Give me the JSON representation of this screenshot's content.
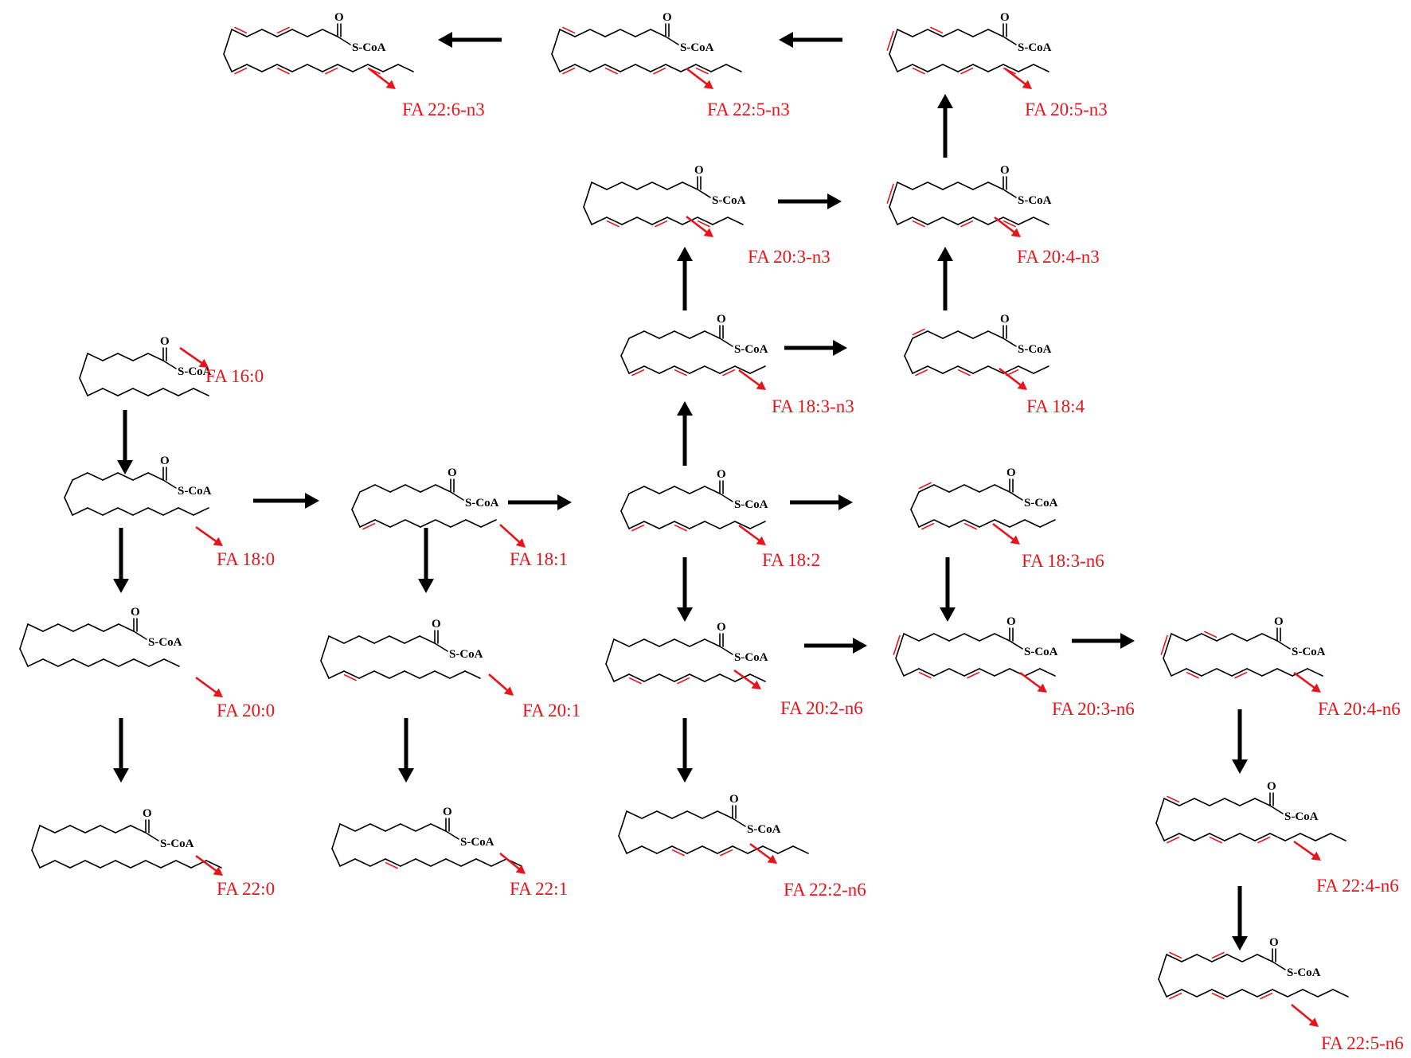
{
  "diagram": {
    "thioester_oxygen": "O",
    "molecules": [
      {
        "id": "fa16_0",
        "label": "FA 16:0",
        "acyl": "S-CoA",
        "carbons": 16,
        "double_bonds": []
      },
      {
        "id": "fa18_0",
        "label": "FA 18:0",
        "acyl": "S-CoA",
        "carbons": 18,
        "double_bonds": []
      },
      {
        "id": "fa20_0",
        "label": "FA 20:0",
        "acyl": "S-CoA",
        "carbons": 20,
        "double_bonds": []
      },
      {
        "id": "fa22_0",
        "label": "FA 22:0",
        "acyl": "S-CoA",
        "carbons": 22,
        "double_bonds": []
      },
      {
        "id": "fa18_1",
        "label": "FA 18:1",
        "acyl": "S-CoA",
        "carbons": 18,
        "double_bonds": [
          9
        ]
      },
      {
        "id": "fa20_1",
        "label": "FA 20:1",
        "acyl": "S-CoA",
        "carbons": 20,
        "double_bonds": [
          11
        ]
      },
      {
        "id": "fa22_1",
        "label": "FA 22:1",
        "acyl": "S-CoA",
        "carbons": 22,
        "double_bonds": [
          13
        ]
      },
      {
        "id": "fa18_2",
        "label": "FA 18:2",
        "acyl": "S-CoA",
        "carbons": 18,
        "double_bonds": [
          9,
          12
        ]
      },
      {
        "id": "fa20_2",
        "label": "FA 20:2-n6",
        "acyl": "S-CoA",
        "carbons": 20,
        "double_bonds": [
          11,
          14
        ]
      },
      {
        "id": "fa22_2",
        "label": "FA 22:2-n6",
        "acyl": "S-CoA",
        "carbons": 22,
        "double_bonds": [
          13,
          16
        ]
      },
      {
        "id": "fa18_3n3",
        "label": "FA 18:3-n3",
        "acyl": "S-CoA",
        "carbons": 18,
        "double_bonds": [
          9,
          12,
          15
        ]
      },
      {
        "id": "fa20_3n3",
        "label": "FA 20:3-n3",
        "acyl": "S-CoA",
        "carbons": 20,
        "double_bonds": [
          11,
          14,
          17
        ]
      },
      {
        "id": "fa18_4",
        "label": "FA 18:4",
        "acyl": "S-CoA",
        "carbons": 18,
        "double_bonds": [
          6,
          9,
          12,
          15
        ]
      },
      {
        "id": "fa20_4n3",
        "label": "FA 20:4-n3",
        "acyl": "S-CoA",
        "carbons": 20,
        "double_bonds": [
          8,
          11,
          14,
          17
        ]
      },
      {
        "id": "fa20_5n3",
        "label": "FA 20:5-n3",
        "acyl": "S-CoA",
        "carbons": 20,
        "double_bonds": [
          5,
          8,
          11,
          14,
          17
        ]
      },
      {
        "id": "fa22_5n3",
        "label": "FA 22:5-n3",
        "acyl": "S-CoA",
        "carbons": 22,
        "double_bonds": [
          7,
          10,
          13,
          16,
          19
        ]
      },
      {
        "id": "fa22_6n3",
        "label": "FA 22:6-n3",
        "acyl": "S-CoA",
        "carbons": 22,
        "double_bonds": [
          4,
          7,
          10,
          13,
          16,
          19
        ]
      },
      {
        "id": "fa18_3n6",
        "label": "FA 18:3-n6",
        "acyl": "S-CoA",
        "carbons": 18,
        "double_bonds": [
          6,
          9,
          12
        ]
      },
      {
        "id": "fa20_3n6",
        "label": "FA 20:3-n6",
        "acyl": "S-CoA",
        "carbons": 20,
        "double_bonds": [
          8,
          11,
          14
        ]
      },
      {
        "id": "fa20_4n6",
        "label": "FA 20:4-n6",
        "acyl": "S-CoA",
        "carbons": 20,
        "double_bonds": [
          5,
          8,
          11,
          14
        ]
      },
      {
        "id": "fa22_4n6",
        "label": "FA 22:4-n6",
        "acyl": "S-CoA",
        "carbons": 22,
        "double_bonds": [
          7,
          10,
          13,
          16
        ]
      },
      {
        "id": "fa22_5n6",
        "label": "FA 22:5-n6",
        "acyl": "S-CoA",
        "carbons": 22,
        "double_bonds": [
          4,
          7,
          10,
          13,
          16
        ]
      }
    ],
    "conversions": [
      {
        "from": "fa16_0",
        "to": "fa18_0"
      },
      {
        "from": "fa18_0",
        "to": "fa20_0"
      },
      {
        "from": "fa20_0",
        "to": "fa22_0"
      },
      {
        "from": "fa18_0",
        "to": "fa18_1"
      },
      {
        "from": "fa18_1",
        "to": "fa20_1"
      },
      {
        "from": "fa20_1",
        "to": "fa22_1"
      },
      {
        "from": "fa18_1",
        "to": "fa18_2"
      },
      {
        "from": "fa18_2",
        "to": "fa20_2"
      },
      {
        "from": "fa20_2",
        "to": "fa22_2"
      },
      {
        "from": "fa18_2",
        "to": "fa18_3n3"
      },
      {
        "from": "fa18_3n3",
        "to": "fa20_3n3"
      },
      {
        "from": "fa18_3n3",
        "to": "fa18_4"
      },
      {
        "from": "fa18_4",
        "to": "fa20_4n3"
      },
      {
        "from": "fa20_3n3",
        "to": "fa20_4n3"
      },
      {
        "from": "fa20_4n3",
        "to": "fa20_5n3"
      },
      {
        "from": "fa20_5n3",
        "to": "fa22_5n3"
      },
      {
        "from": "fa22_5n3",
        "to": "fa22_6n3"
      },
      {
        "from": "fa18_2",
        "to": "fa18_3n6"
      },
      {
        "from": "fa18_3n6",
        "to": "fa20_3n6"
      },
      {
        "from": "fa20_2",
        "to": "fa20_3n6"
      },
      {
        "from": "fa20_3n6",
        "to": "fa20_4n6"
      },
      {
        "from": "fa20_4n6",
        "to": "fa22_4n6"
      },
      {
        "from": "fa22_4n6",
        "to": "fa22_5n6"
      }
    ]
  }
}
